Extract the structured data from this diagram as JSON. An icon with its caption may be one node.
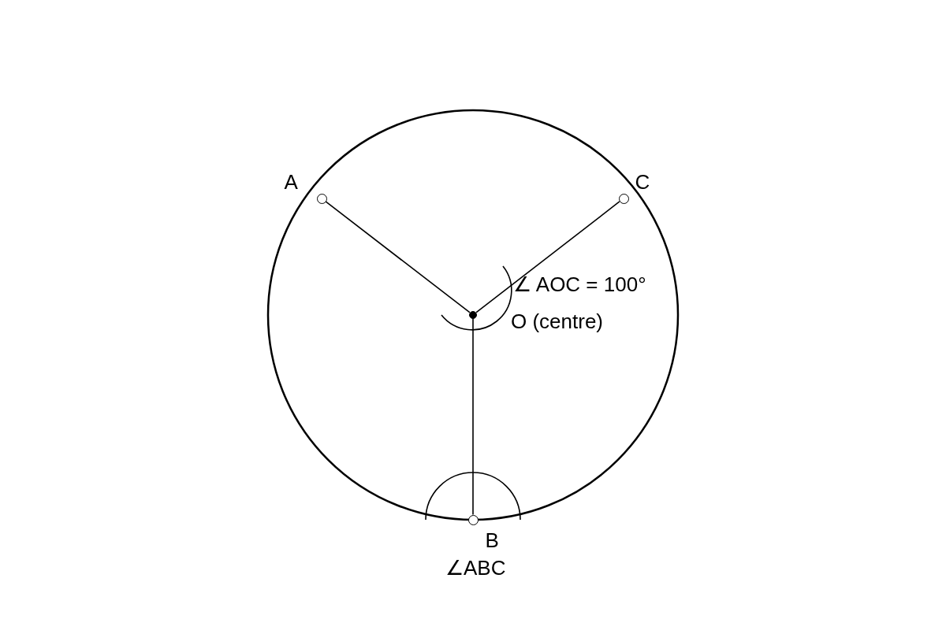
{
  "diagram": {
    "nodes": [
      {
        "text": [],
        "shape": "circle",
        "beside": [
          "A"
        ]
      },
      {
        "text": [],
        "shape": "circle",
        "beside": [
          "C"
        ]
      },
      {
        "text": [],
        "shape": "circle",
        "beside": [
          "O (centre)"
        ]
      },
      {
        "text": [],
        "shape": "circle",
        "beside": [
          "B"
        ]
      }
    ],
    "edges": [
      {
        "from": 2,
        "to": 0,
        "arrow": "none"
      },
      {
        "from": 2,
        "to": 1,
        "arrow": "none"
      },
      {
        "from": 2,
        "to": 3,
        "arrow": "none"
      }
    ],
    "labels": [
      "∠ AOC = 100°",
      "∠ABC"
    ]
  }
}
